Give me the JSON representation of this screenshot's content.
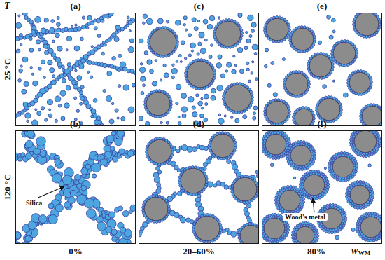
{
  "diagram": {
    "nodes": [
      {
        "text": [
          "(a)"
        ]
      },
      {
        "text": [
          "(c)"
        ]
      },
      {
        "text": [
          "(e)"
        ]
      },
      {
        "text": [
          "(b)"
        ]
      },
      {
        "text": [
          "(d)"
        ]
      },
      {
        "text": [
          "(f)"
        ]
      }
    ],
    "labels": [
      "T",
      "25 °C",
      "120 °C",
      "Silica",
      "Wood's metal",
      "0%",
      "20–60%",
      "80%",
      "w",
      "WM"
    ]
  }
}
